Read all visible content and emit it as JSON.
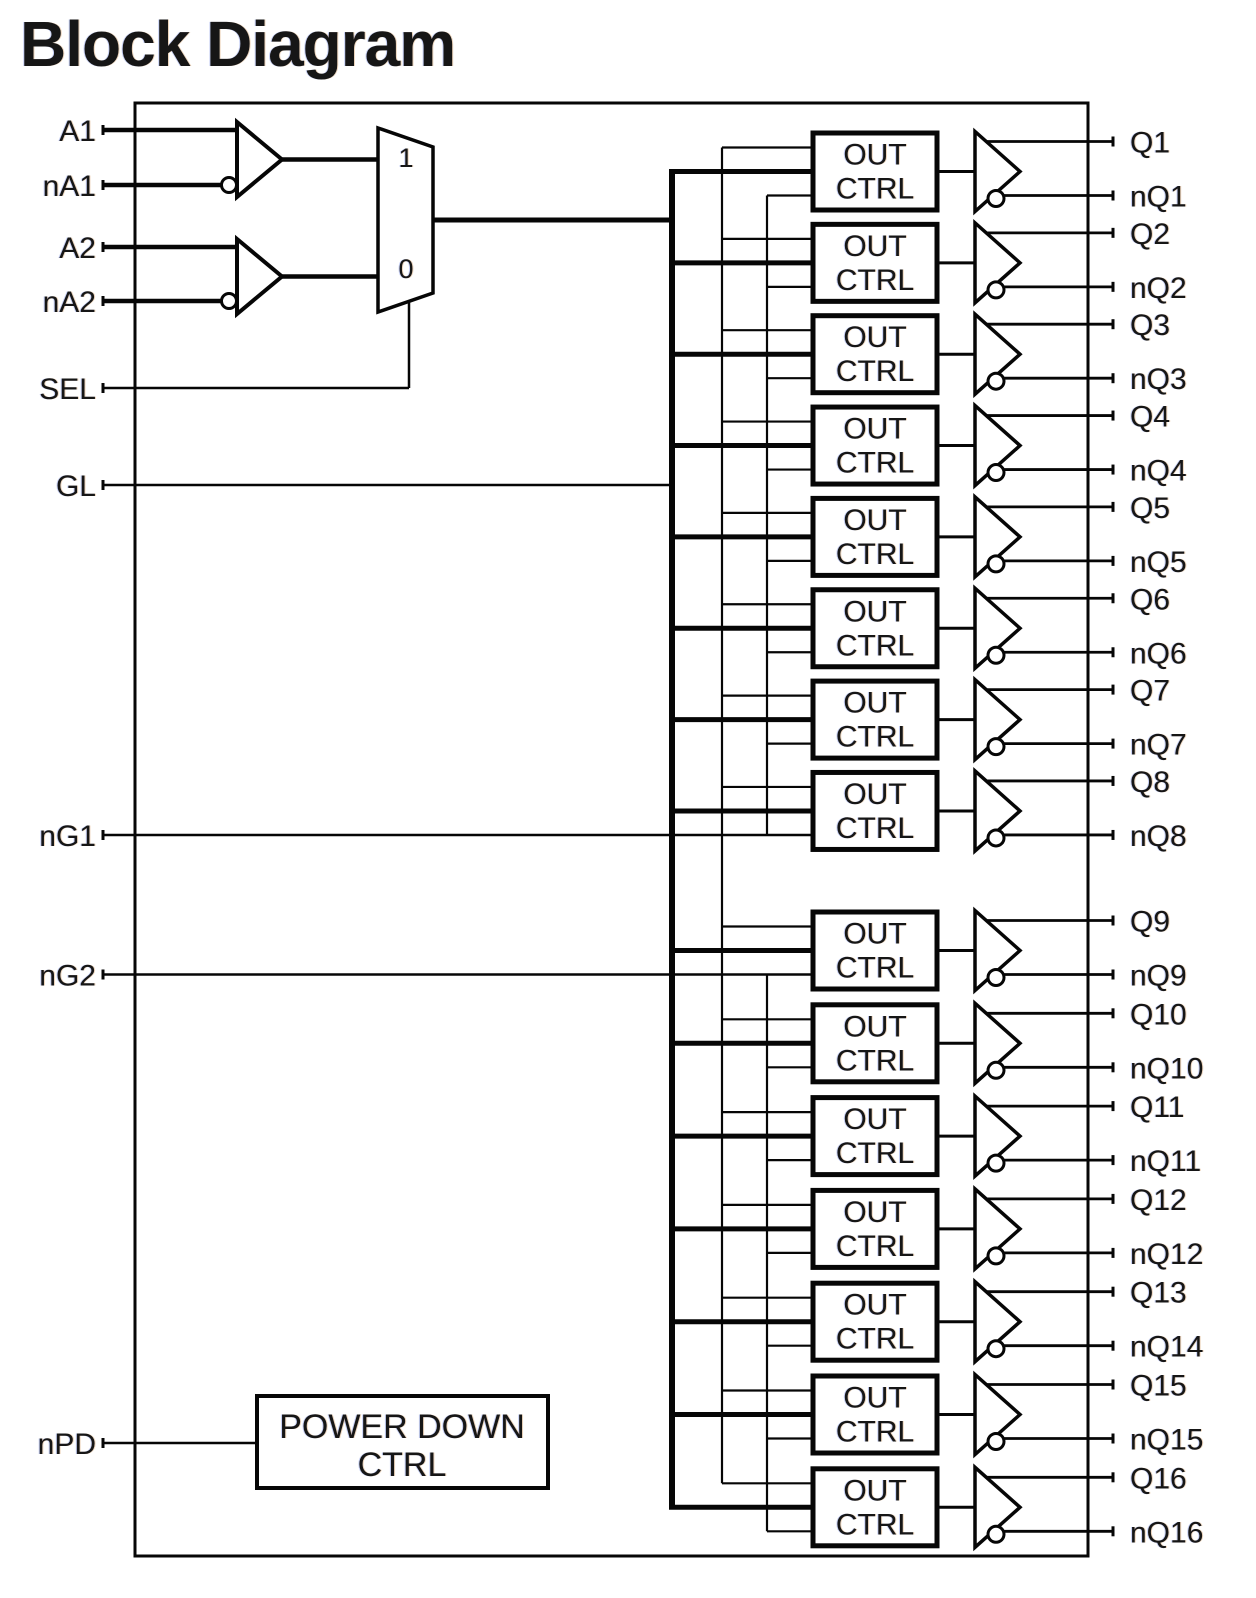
{
  "title": "Block Diagram",
  "pins": {
    "A1": "A1",
    "nA1": "nA1",
    "A2": "A2",
    "nA2": "nA2",
    "SEL": "SEL",
    "GL": "GL",
    "nG1": "nG1",
    "nG2": "nG2",
    "nPD": "nPD"
  },
  "mux": {
    "input_1": "1",
    "input_0": "0"
  },
  "out_ctrl": {
    "line1": "OUT",
    "line2": "CTRL"
  },
  "power_down": {
    "line1": "POWER DOWN",
    "line2": "CTRL"
  },
  "channels": {
    "group1": [
      {
        "q": "Q1",
        "nq": "nQ1"
      },
      {
        "q": "Q2",
        "nq": "nQ2"
      },
      {
        "q": "Q3",
        "nq": "nQ3"
      },
      {
        "q": "Q4",
        "nq": "nQ4"
      },
      {
        "q": "Q5",
        "nq": "nQ5"
      },
      {
        "q": "Q6",
        "nq": "nQ6"
      },
      {
        "q": "Q7",
        "nq": "nQ7"
      },
      {
        "q": "Q8",
        "nq": "nQ8"
      }
    ],
    "group2": [
      {
        "q": "Q9",
        "nq": "nQ9"
      },
      {
        "q": "Q10",
        "nq": "nQ10"
      },
      {
        "q": "Q11",
        "nq": "nQ11"
      },
      {
        "q": "Q12",
        "nq": "nQ12"
      },
      {
        "q": "Q13",
        "nq": "nQ14"
      },
      {
        "q": "Q15",
        "nq": "nQ15"
      },
      {
        "q": "Q16",
        "nq": "nQ16"
      }
    ]
  },
  "colors": {
    "ink": "#161616",
    "line": "#060606",
    "background": "#ffffff"
  }
}
